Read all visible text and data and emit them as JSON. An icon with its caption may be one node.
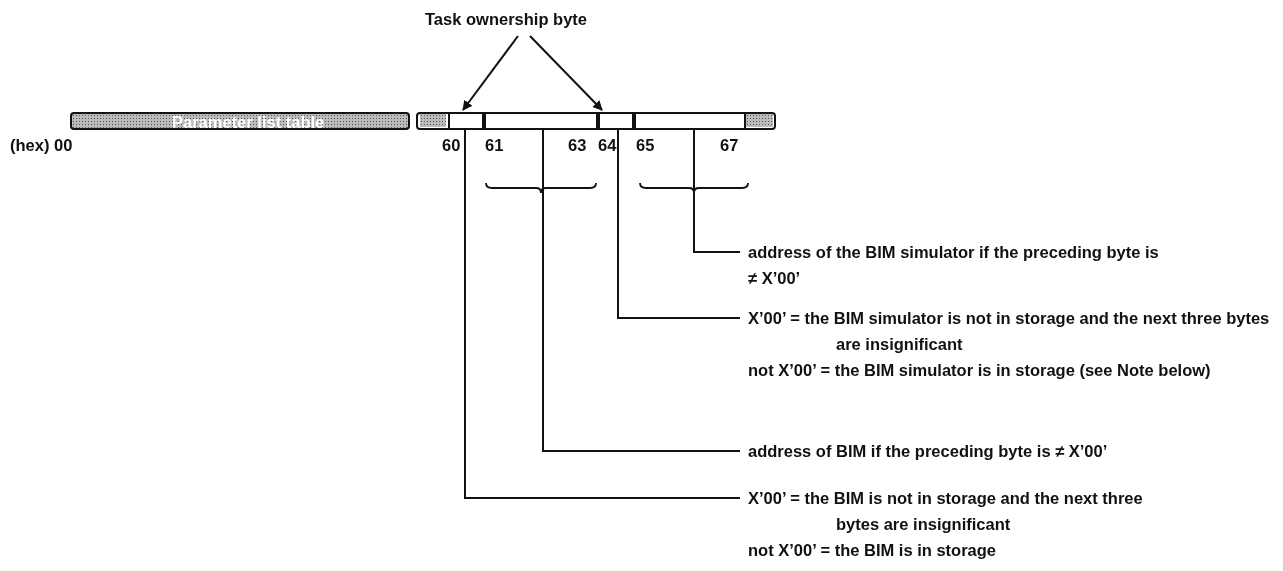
{
  "diagram": {
    "nodes": [
      {
        "text": [
          "Parameter list table"
        ]
      },
      {
        "text": [],
        "shape": "bar"
      },
      {
        "text": [],
        "shape": "box",
        "in": 1
      },
      {
        "text": [],
        "shape": "box",
        "in": 1
      },
      {
        "text": [],
        "shape": "box",
        "in": 1
      },
      {
        "text": [],
        "shape": "box",
        "in": 1
      },
      {
        "text": [
          "Task ownership byte"
        ]
      },
      {
        "text": [
          "address of the BIM simulator if the preceding byte is ≠ X’00’"
        ]
      },
      {
        "text": [
          "X’00’ = the BIM simulator is not in storage and the next three bytes are insignificant",
          "not X’00’ = the BIM simulator is in storage (see Note below)"
        ]
      },
      {
        "text": [
          "address of BIM if the preceding byte is ≠ X’00’"
        ]
      },
      {
        "text": [
          "X’00’ = the BIM is not in storage and the next three bytes are insignificant",
          "not X’00’ = the BIM is in storage"
        ]
      }
    ],
    "edges": [
      {
        "from": 6,
        "to": 2,
        "arrow": "to"
      },
      {
        "from": 6,
        "to": 4,
        "arrow": "to"
      },
      {
        "from": 7,
        "to": 5,
        "arrow": "none"
      },
      {
        "from": 8,
        "to": 4,
        "arrow": "none"
      },
      {
        "from": 9,
        "to": 3,
        "arrow": "none"
      },
      {
        "from": 10,
        "to": 2,
        "arrow": "none"
      }
    ],
    "labels": [
      "(hex) 00",
      "60",
      "61",
      "63",
      "64",
      "65",
      "67"
    ]
  }
}
